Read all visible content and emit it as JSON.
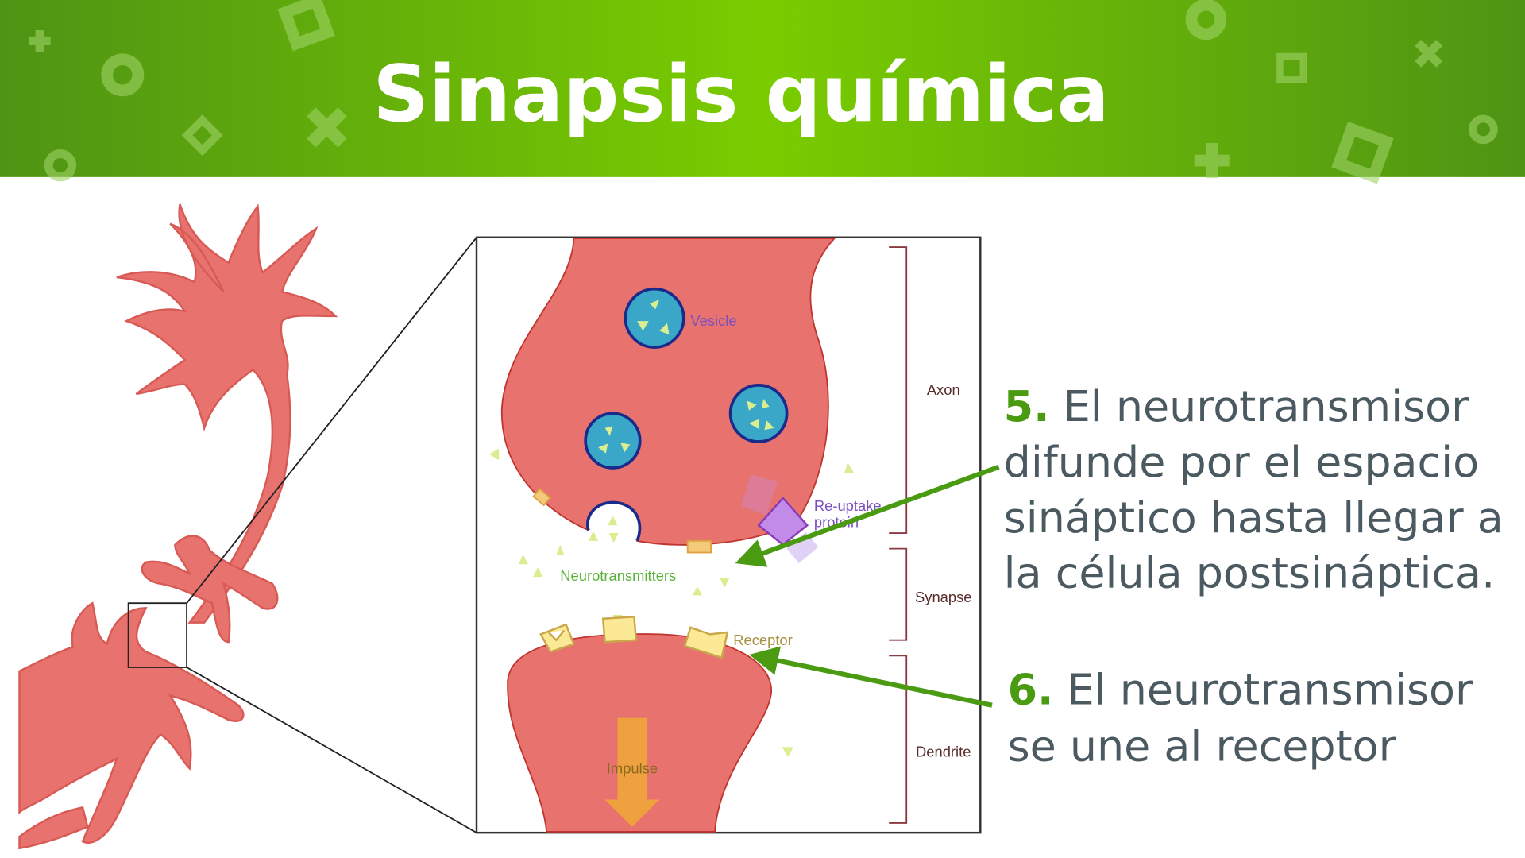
{
  "header": {
    "title": "Sinapsis química",
    "color_left": "#4f9414",
    "color_center": "#7acc00"
  },
  "diagram": {
    "labels": {
      "vesicle": "Vesicle",
      "reuptake_line1": "Re-uptake",
      "reuptake_line2": "protein",
      "neurotransmitters": "Neurotransmitters",
      "receptor": "Receptor",
      "impulse": "Impulse",
      "axon": "Axon",
      "synapse": "Synapse",
      "dendrite": "Dendrite"
    },
    "colors": {
      "neuron": "#e8736e",
      "vesicle": "#3aa7c8",
      "arrow": "#4a9a12",
      "impulse": "#f0a53a"
    }
  },
  "steps": [
    {
      "number": "5.",
      "lines": [
        "El neurotransmisor",
        "difunde por el espacio",
        "sináptico hasta llegar a",
        "la célula postsináptica."
      ]
    },
    {
      "number": "6.",
      "lines": [
        "El neurotransmisor",
        "se une al receptor"
      ]
    }
  ]
}
